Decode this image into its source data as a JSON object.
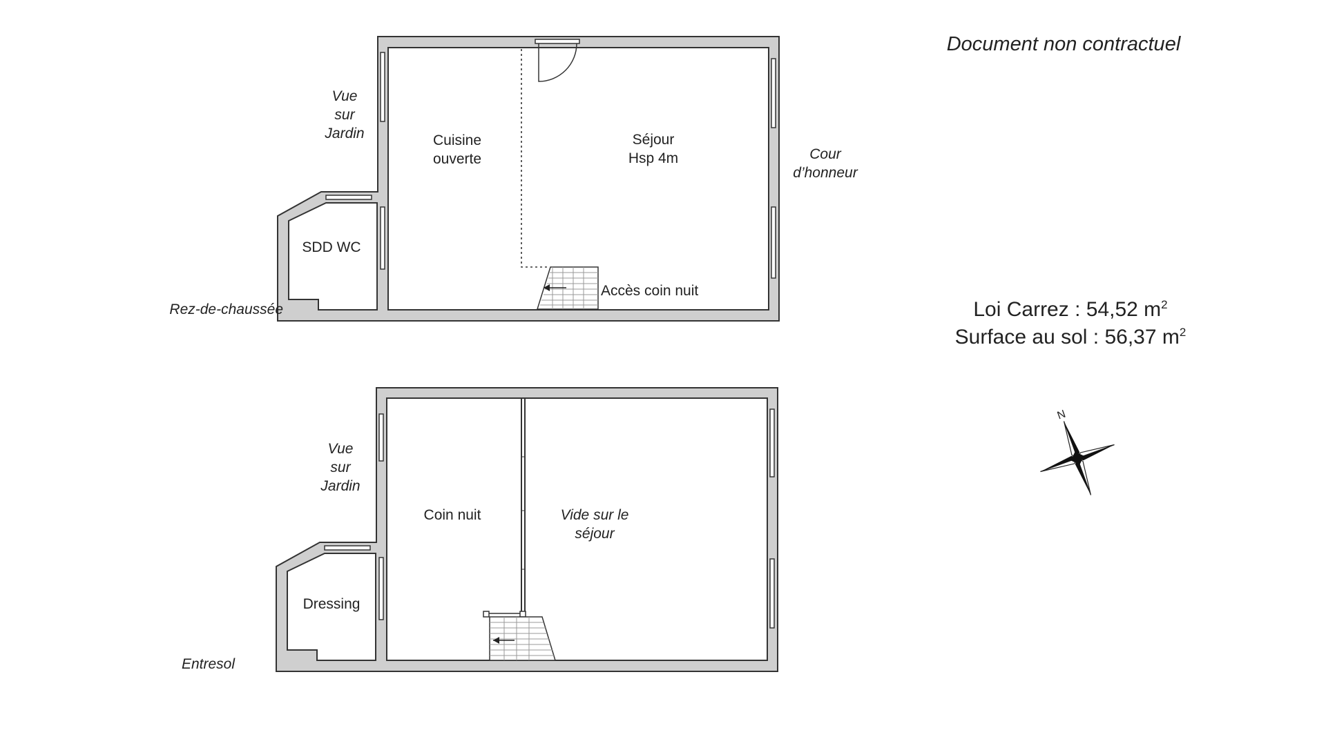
{
  "disclaimer": "Document non contractuel",
  "surfaces": {
    "loi_carrez_label": "Loi Carrez : ",
    "loi_carrez_value": "54,52 m",
    "sol_label": "Surface au sol : ",
    "sol_value": "56,37 m",
    "exponent": "2"
  },
  "compass": {
    "north_label": "N",
    "icon": "compass-rose-icon"
  },
  "floors": [
    {
      "name": "Rez-de-chaussée",
      "rooms": [
        {
          "label": "Cuisine\nouverte"
        },
        {
          "label": "Séjour\nHsp 4m"
        },
        {
          "label": "SDD WC"
        },
        {
          "label": "Accès coin nuit"
        }
      ],
      "exterior": [
        {
          "label": "Vue\nsur\nJardin"
        },
        {
          "label": "Cour\nd’honneur"
        }
      ]
    },
    {
      "name": "Entresol",
      "rooms": [
        {
          "label": "Coin nuit"
        },
        {
          "label": "Vide sur le\nséjour"
        },
        {
          "label": "Dressing"
        }
      ],
      "exterior": [
        {
          "label": "Vue\nsur\nJardin"
        }
      ]
    }
  ]
}
